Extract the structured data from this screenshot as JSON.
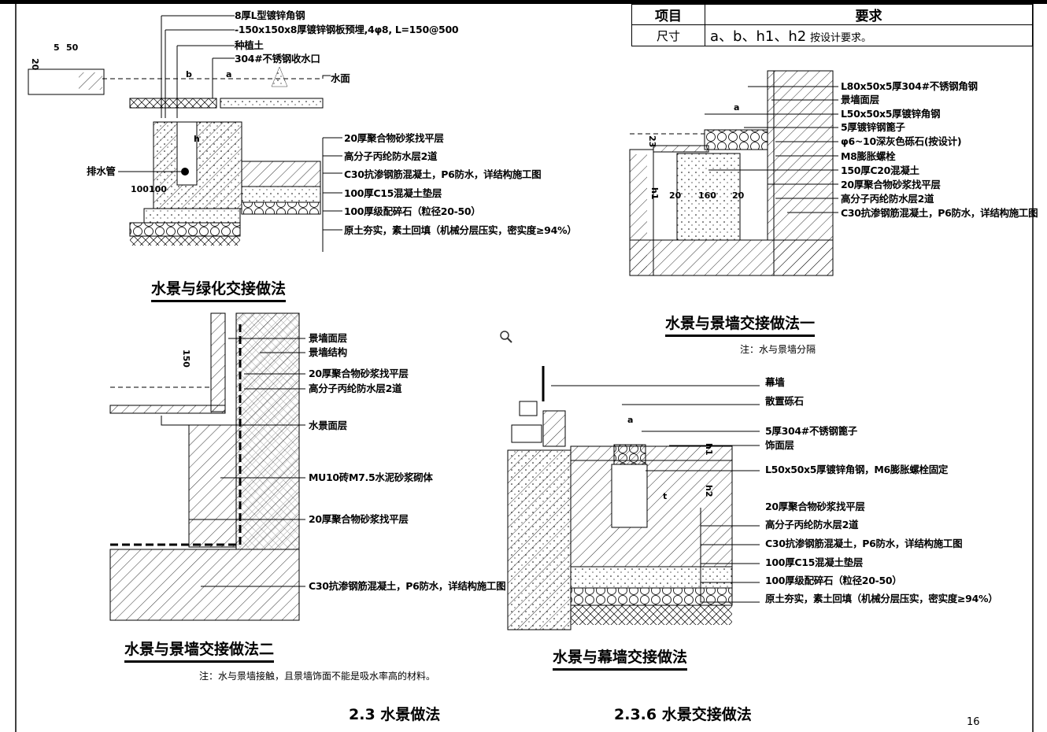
{
  "table": {
    "headers": [
      "项目",
      "要求"
    ],
    "row": {
      "item": "尺寸",
      "requirement_dims": "a、b、h1、h2",
      "requirement_text": "按设计要求。"
    }
  },
  "detail1": {
    "title": "水景与绿化交接做法",
    "callouts_top": [
      "8厚L型镀锌角钢",
      "-150x150x8厚镀锌钢板预埋,4φ8, L=150@500",
      "种植土",
      "304#不锈钢收水口"
    ],
    "water_surface": "水面",
    "layers": [
      "20厚聚合物砂浆找平层",
      "高分子丙纶防水层2道",
      "C30抗渗钢筋混凝土，P6防水，详结构施工图",
      "100厚C15混凝土垫层",
      "100厚级配碎石（粒径20-50）",
      "原土夯实，素土回填（机械分层压实，密实度≥94%）"
    ],
    "drain_pipe": "排水管",
    "dims": {
      "d5": "5",
      "d50": "50",
      "d20": "20",
      "b": "b",
      "a": "a",
      "h": "h",
      "d100100": "100100"
    }
  },
  "detail2": {
    "title": "水景与景墙交接做法一",
    "note": "注：水与景墙分隔",
    "layers": [
      "L80x50x5厚304#不锈钢角钢",
      "景墙面层",
      "L50x50x5厚镀锌角钢",
      "5厚镀锌钢篦子",
      "φ6~10深灰色砾石(按设计)",
      "M8膨胀螺栓",
      "150厚C20混凝土",
      "20厚聚合物砂浆找平层",
      "高分子丙纶防水层2道",
      "C30抗渗钢筋混凝土，P6防水，详结构施工图"
    ],
    "dims": {
      "a": "a",
      "d23": "23",
      "h1": "h1",
      "d20a": "20",
      "d160": "160",
      "d20b": "20"
    }
  },
  "detail3": {
    "title": "水景与景墙交接做法二",
    "note": "注：水与景墙接触，且景墙饰面不能是吸水率高的材料。",
    "layers": [
      "景墙面层",
      "景墙结构",
      "20厚聚合物砂浆找平层",
      "高分子丙纶防水层2道",
      "水景面层",
      "MU10砖M7.5水泥砂浆砌体",
      "20厚聚合物砂浆找平层",
      "C30抗渗钢筋混凝土，P6防水，详结构施工图"
    ],
    "dims": {
      "d150": "150"
    }
  },
  "detail4": {
    "title": "水景与幕墙交接做法",
    "layers_top": [
      "幕墙",
      "散置砾石",
      "5厚304#不锈钢篦子",
      "饰面层",
      "L50x50x5厚镀锌角钢，M6膨胀螺栓固定"
    ],
    "layers": [
      "20厚聚合物砂浆找平层",
      "高分子丙纶防水层2道",
      "C30抗渗钢筋混凝土，P6防水，详结构施工图",
      "100厚C15混凝土垫层",
      "100厚级配碎石（粒径20-50）",
      "原土夯实，素土回填（机械分层压实，密实度≥94%）"
    ],
    "dims": {
      "a": "a",
      "h1": "h1",
      "h2": "h2",
      "t": "t"
    }
  },
  "footer": {
    "section_left": "2.3 水景做法",
    "section_right": "2.3.6 水景交接做法",
    "page": "16"
  },
  "icons": {
    "zoom": "magnifier-icon"
  }
}
